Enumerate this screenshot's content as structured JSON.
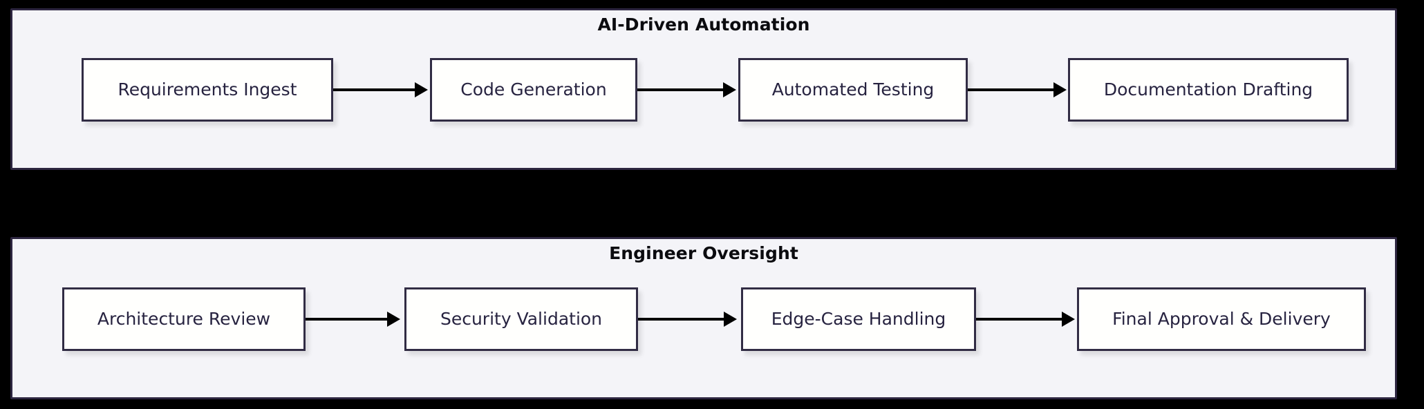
{
  "diagram": {
    "type": "flowchart",
    "direction": "left-to-right",
    "background_color": "#000000",
    "subgraph_fill": "#f4f4f8",
    "subgraph_border": "#2d2640",
    "node_fill": "#fffffd",
    "node_border": "#312c44",
    "node_text_color": "#272340",
    "edge_color": "#000000",
    "title_color": "#0b0b0f"
  },
  "subgraphs": [
    {
      "id": "ai-driven-automation",
      "title": "AI-Driven Automation",
      "nodes": [
        {
          "id": "requirements-ingest",
          "label": "Requirements Ingest"
        },
        {
          "id": "code-generation",
          "label": "Code Generation"
        },
        {
          "id": "automated-testing",
          "label": "Automated Testing"
        },
        {
          "id": "documentation-drafting",
          "label": "Documentation Drafting"
        }
      ],
      "edges": [
        {
          "from": "requirements-ingest",
          "to": "code-generation",
          "label": ""
        },
        {
          "from": "code-generation",
          "to": "automated-testing",
          "label": ""
        },
        {
          "from": "automated-testing",
          "to": "documentation-drafting",
          "label": ""
        }
      ]
    },
    {
      "id": "engineer-oversight",
      "title": "Engineer Oversight",
      "nodes": [
        {
          "id": "architecture-review",
          "label": "Architecture Review"
        },
        {
          "id": "security-validation",
          "label": "Security Validation"
        },
        {
          "id": "edge-case-handling",
          "label": "Edge-Case Handling"
        },
        {
          "id": "final-approval-delivery",
          "label": "Final Approval & Delivery"
        }
      ],
      "edges": [
        {
          "from": "architecture-review",
          "to": "security-validation",
          "label": ""
        },
        {
          "from": "security-validation",
          "to": "edge-case-handling",
          "label": ""
        },
        {
          "from": "edge-case-handling",
          "to": "final-approval-delivery",
          "label": ""
        }
      ]
    }
  ]
}
